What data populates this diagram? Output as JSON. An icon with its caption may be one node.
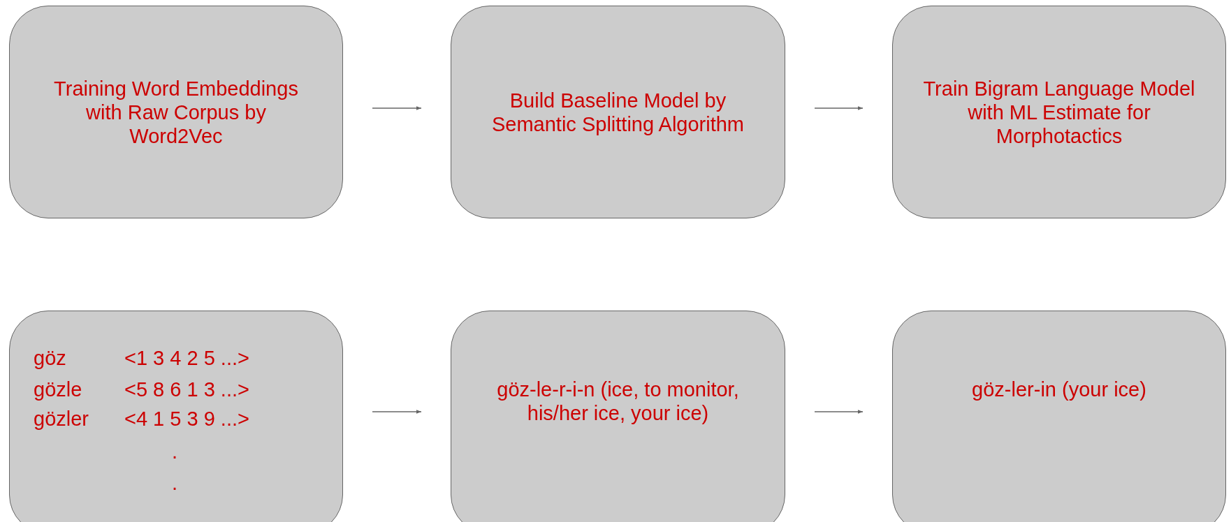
{
  "diagram": {
    "nodes": [
      {
        "text": [
          "Training Word Embeddings with Raw Corpus by Word2Vec"
        ]
      },
      {
        "text": [
          "Build Baseline Model by Semantic Splitting Algorithm"
        ]
      },
      {
        "text": [
          "Train Bigram Language Model with ML Estimate for Morphotactics"
        ]
      },
      {
        "text": [
          "göz",
          "<1 3 4 2 5 ...>",
          "gözle",
          "<5 8 6 1 3 ...>",
          "gözler",
          "<4 1 5 3 9 ...>",
          ".",
          "."
        ]
      },
      {
        "text": [
          "göz-le-r-i-n (ice, to monitor, his/her ice, your ice)"
        ]
      },
      {
        "text": [
          "göz-ler-in (your ice)"
        ]
      }
    ],
    "edges": [
      {
        "from": 0,
        "to": 1,
        "arrow": "to"
      },
      {
        "from": 1,
        "to": 2,
        "arrow": "to"
      },
      {
        "from": 3,
        "to": 4,
        "arrow": "to"
      },
      {
        "from": 4,
        "to": 5,
        "arrow": "to"
      }
    ]
  }
}
